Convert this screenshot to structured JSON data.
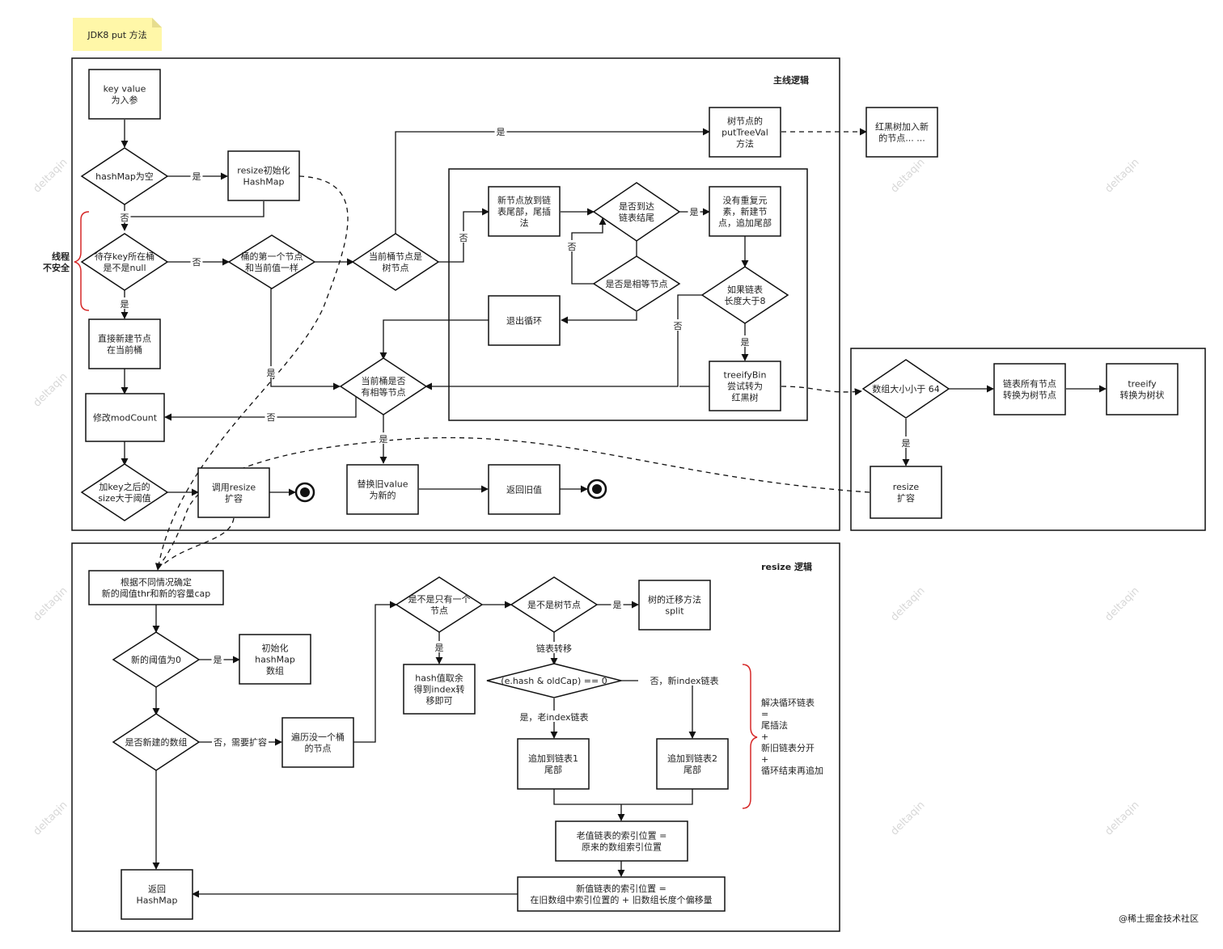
{
  "note": {
    "text": "JDK8 put 方法",
    "color": "#fff7a8"
  },
  "panels": {
    "main_title": "主线逻辑",
    "resize_title": "resize 逻辑"
  },
  "side_label": [
    "线程",
    "不安全"
  ],
  "brace_note": [
    "解决循环链表",
    "=",
    "尾插法",
    "+",
    "新旧链表分开",
    "+",
    "循环结束再追加"
  ],
  "nodes": {
    "key_value": [
      "key value",
      "为入参"
    ],
    "hashmap_empty": [
      "hashMap为空"
    ],
    "resize_init": [
      "resize初始化",
      "HashMap"
    ],
    "bucket_null": [
      "待存key所在桶",
      "是不是null"
    ],
    "first_node_same": [
      "桶的第一个节点",
      "和当前值一样"
    ],
    "is_tree_node": [
      "当前桶节点是",
      "树节点"
    ],
    "tree_put": [
      "树节点的",
      "putTreeVal",
      "方法"
    ],
    "rb_insert": [
      "红黑树加入新",
      "的节点... ..."
    ],
    "append_tail": [
      "新节点放到链",
      "表尾部，尾插",
      "法"
    ],
    "reach_tail": [
      "是否到达",
      "链表结尾"
    ],
    "no_dup": [
      "没有重复元",
      "素，新建节",
      "点，追加尾部"
    ],
    "is_equal_node": [
      "是否是相等节点"
    ],
    "len_gt8": [
      "如果链表",
      "长度大于8"
    ],
    "exit_loop": [
      "退出循环"
    ],
    "create_node": [
      "直接新建节点",
      "在当前桶"
    ],
    "has_equal": [
      "当前桶是否",
      "有相等节点"
    ],
    "treeify_bin": [
      "treeifyBin",
      "尝试转为",
      "红黑树"
    ],
    "mod_count": [
      "修改modCount"
    ],
    "size_gt": [
      "加key之后的",
      "size大于阈值"
    ],
    "call_resize": [
      "调用resize",
      "扩容"
    ],
    "replace_value": [
      "替换旧value",
      "为新的"
    ],
    "return_old": [
      "返回旧值"
    ],
    "array_lt64": [
      "数组大小小于 64"
    ],
    "to_tree_nodes": [
      "链表所有节点",
      "转换为树节点"
    ],
    "treeify": [
      "treeify",
      "转换为树状"
    ],
    "resize_expand": [
      "resize",
      "扩容"
    ],
    "decide_thr": [
      "根据不同情况确定",
      "新的阈值thr和新的容量cap"
    ],
    "new_thr_zero": [
      "新的阈值为0"
    ],
    "init_map": [
      "初始化",
      "hashMap",
      "数组"
    ],
    "is_new_array": [
      "是否新建的数组"
    ],
    "iterate_bucket": [
      "遍历没一个桶",
      "的节点"
    ],
    "single_node": [
      "是不是只有一个",
      "节点"
    ],
    "is_tree": [
      "是不是树节点"
    ],
    "split": [
      "树的迁移方法",
      "split"
    ],
    "hash_mod": [
      "hash值取余",
      "得到index转",
      "移即可"
    ],
    "hash_check": [
      "(e.hash & oldCap) == 0"
    ],
    "add_list1": [
      "追加到链表1",
      "尾部"
    ],
    "add_list2": [
      "追加到链表2",
      "尾部"
    ],
    "old_index": [
      "老值链表的索引位置 =",
      "原来的数组索引位置"
    ],
    "new_index": [
      "新值链表的索引位置 =",
      "在旧数组中索引位置的 + 旧数组长度个偏移量"
    ],
    "return_map": [
      "返回",
      "HashMap"
    ]
  },
  "edge_labels": {
    "yes": "是",
    "no": "否",
    "no_need_expand": "否，需要扩容",
    "list_transfer": "链表转移",
    "yes_old_index": "是，老index链表",
    "no_new_index": "否，新index链表"
  },
  "watermark": "deltaqin",
  "footer": "@稀土掘金技术社区",
  "brace_color": "#d62828"
}
